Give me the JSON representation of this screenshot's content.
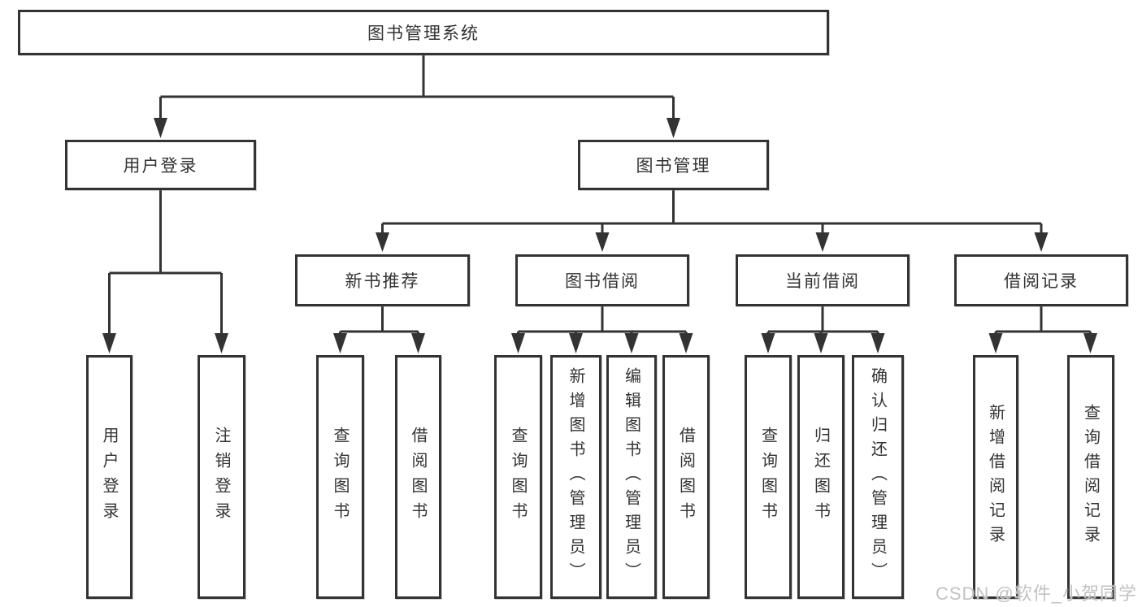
{
  "tree": {
    "root": {
      "label": "图书管理系统"
    },
    "branches": [
      {
        "label": "用户登录",
        "leaves": [
          "用户登录",
          "注销登录"
        ]
      },
      {
        "label": "图书管理",
        "groups": [
          {
            "label": "新书推荐",
            "leaves": [
              "查询图书",
              "借阅图书"
            ]
          },
          {
            "label": "图书借阅",
            "leaves": [
              "查询图书",
              "新增图书（管理员）",
              "编辑图书（管理员）",
              "借阅图书"
            ]
          },
          {
            "label": "当前借阅",
            "leaves": [
              "查询图书",
              "归还图书",
              "确认归还（管理员）"
            ]
          },
          {
            "label": "借阅记录",
            "leaves": [
              "新增借阅记录",
              "查询借阅记录"
            ]
          }
        ]
      }
    ]
  },
  "watermark": "CSDN @软件_小贺同学",
  "colors": {
    "line": "#333333",
    "text": "#333333",
    "background": "#ffffff",
    "watermark": "#c2c2c2"
  }
}
